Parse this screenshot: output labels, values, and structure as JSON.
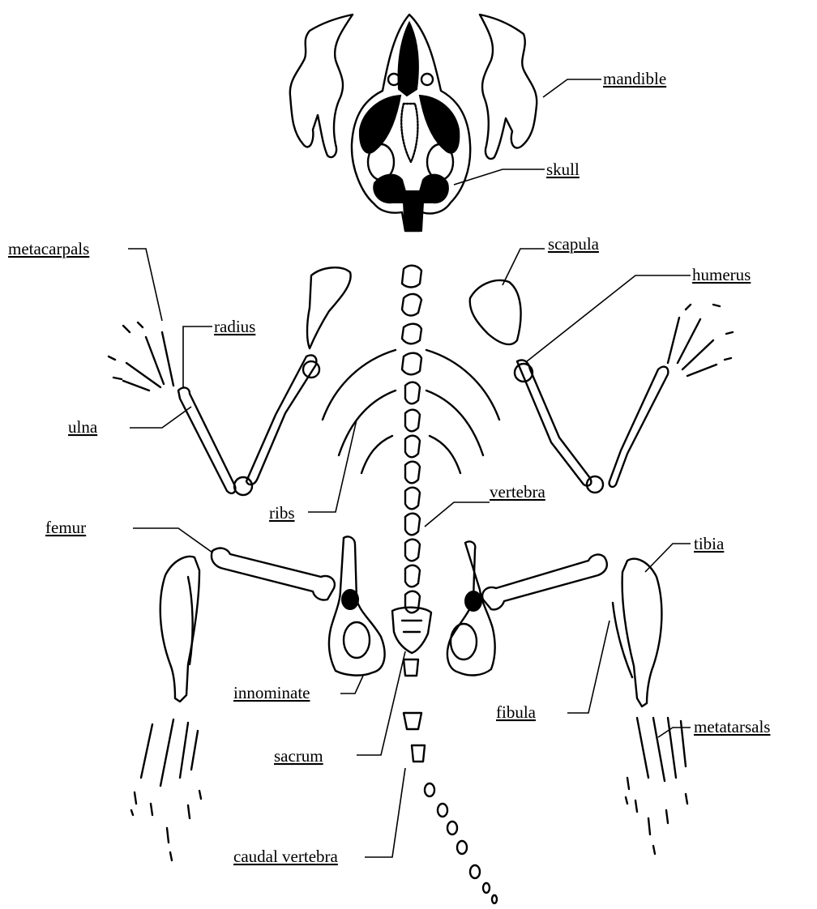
{
  "labels": {
    "mandible": "mandible",
    "skull": "skull",
    "metacarpals": "metacarpals",
    "scapula": "scapula",
    "humerus": "humerus",
    "radius": "radius",
    "ulna": "ulna",
    "ribs": "ribs",
    "vertebra": "vertebra",
    "femur": "femur",
    "tibia": "tibia",
    "innominate": "innominate",
    "fibula": "fibula",
    "metatarsals": "metatarsals",
    "sacrum": "sacrum",
    "caudal_vertebra": "caudal vertebra"
  }
}
